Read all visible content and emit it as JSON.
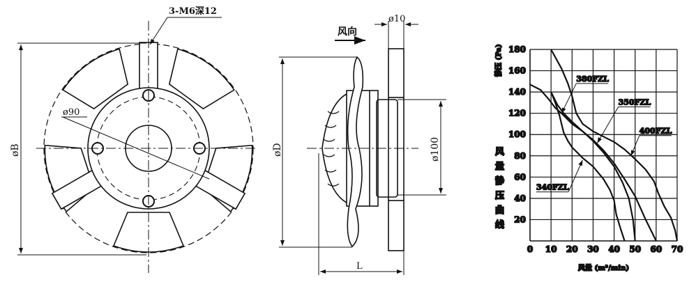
{
  "front_view": {
    "thread_note": "3-M6深12",
    "pcd_label": "ø90",
    "outer_dia_label": "øB"
  },
  "side_view": {
    "airflow_label": "风向",
    "shaft_label": "ø10",
    "fan_dia_label": "øD",
    "spigot_label": "ø100",
    "length_label": "L"
  },
  "chart_data": {
    "type": "line",
    "title": "风量静压曲线",
    "xlabel": "风量 (m³/min)",
    "ylabel": "静压 (Pa)",
    "xlim": [
      0,
      70
    ],
    "ylim": [
      0,
      180
    ],
    "grid": true,
    "xticks": [
      "0",
      "10",
      "20",
      "30",
      "40",
      "50",
      "60",
      "70"
    ],
    "yticks": [
      "20",
      "40",
      "60",
      "80",
      "100",
      "120",
      "140",
      "160",
      "180"
    ],
    "series": [
      {
        "name": "340FZL",
        "points": [
          [
            10,
            140
          ],
          [
            12,
            130
          ],
          [
            14,
            118
          ],
          [
            16,
            102
          ],
          [
            18,
            94
          ],
          [
            20,
            88
          ],
          [
            25,
            78
          ],
          [
            30,
            70
          ],
          [
            35,
            58
          ],
          [
            38,
            48
          ],
          [
            40,
            38
          ],
          [
            41,
            25
          ],
          [
            43,
            12
          ],
          [
            45,
            0
          ]
        ]
      },
      {
        "name": "380FZL",
        "points": [
          [
            0,
            147
          ],
          [
            5,
            142
          ],
          [
            9,
            133
          ],
          [
            12,
            125
          ],
          [
            15,
            120
          ],
          [
            20,
            110
          ],
          [
            25,
            103
          ],
          [
            30,
            94
          ],
          [
            35,
            83
          ],
          [
            40,
            70
          ],
          [
            44,
            55
          ],
          [
            47,
            40
          ],
          [
            49,
            20
          ],
          [
            50,
            0
          ]
        ]
      },
      {
        "name": "350FZL",
        "points": [
          [
            10,
            140
          ],
          [
            13,
            128
          ],
          [
            16,
            120
          ],
          [
            20,
            112
          ],
          [
            25,
            103
          ],
          [
            30,
            95
          ],
          [
            35,
            85
          ],
          [
            40,
            73
          ],
          [
            45,
            58
          ],
          [
            50,
            42
          ],
          [
            55,
            20
          ],
          [
            60,
            0
          ]
        ]
      },
      {
        "name": "400FZL",
        "points": [
          [
            10,
            180
          ],
          [
            15,
            162
          ],
          [
            18,
            148
          ],
          [
            20,
            136
          ],
          [
            22,
            120
          ],
          [
            25,
            110
          ],
          [
            30,
            103
          ],
          [
            35,
            98
          ],
          [
            40,
            93
          ],
          [
            45,
            86
          ],
          [
            50,
            77
          ],
          [
            55,
            67
          ],
          [
            59,
            56
          ],
          [
            61,
            45
          ],
          [
            64,
            32
          ],
          [
            67,
            22
          ],
          [
            69,
            10
          ],
          [
            70,
            0
          ]
        ]
      }
    ],
    "labels": [
      "380FZL",
      "350FZL",
      "400FZL",
      "340FZL"
    ]
  }
}
